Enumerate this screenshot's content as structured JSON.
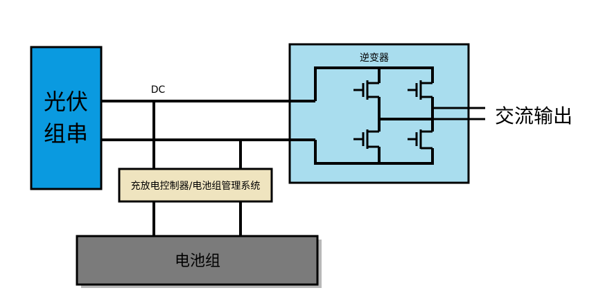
{
  "pv_array": {
    "label_line1": "光伏",
    "label_line2": "组串",
    "fill": "#0a9ae0"
  },
  "dc_label": "DC",
  "inverter": {
    "label": "逆变器",
    "fill": "#a9ddee"
  },
  "ac_output_label": "交流输出",
  "controller": {
    "label": "充放电控制器/电池组管理系统",
    "fill": "#efe4bf"
  },
  "battery": {
    "label": "电池组",
    "fill": "#7b7b7b"
  }
}
